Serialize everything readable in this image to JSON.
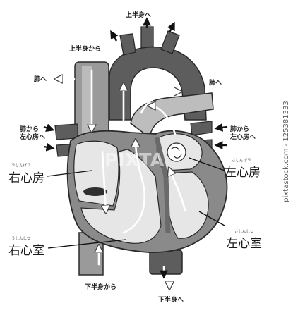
{
  "labels": {
    "upper_body_to": "上半身へ",
    "from_upper_body": "上半身から",
    "to_lungs_left": "肺へ",
    "to_lungs_right": "肺へ",
    "from_lungs_to_la_left": "肺から\n左心房へ",
    "from_lungs_to_la_right": "肺から\n左心房へ",
    "right_atrium": "右心房",
    "right_atrium_ruby": "うしんぼう",
    "left_atrium": "左心房",
    "left_atrium_ruby": "さしんぼう",
    "right_ventricle": "右心室",
    "right_ventricle_ruby": "うしんしつ",
    "left_ventricle": "左心室",
    "left_ventricle_ruby": "さしんしつ",
    "from_lower_body": "下半身から",
    "lower_body_to": "下半身へ"
  },
  "watermark": {
    "side_text": "pixtastock.com - 125381333",
    "center_text": "PIXTA"
  },
  "colors": {
    "dark_vessel": "#5d5d5d",
    "mid_gray": "#8a8a8a",
    "light_gray": "#bdbdbd",
    "chamber_light": "#e6e6e6",
    "outline": "#2a2a2a"
  }
}
